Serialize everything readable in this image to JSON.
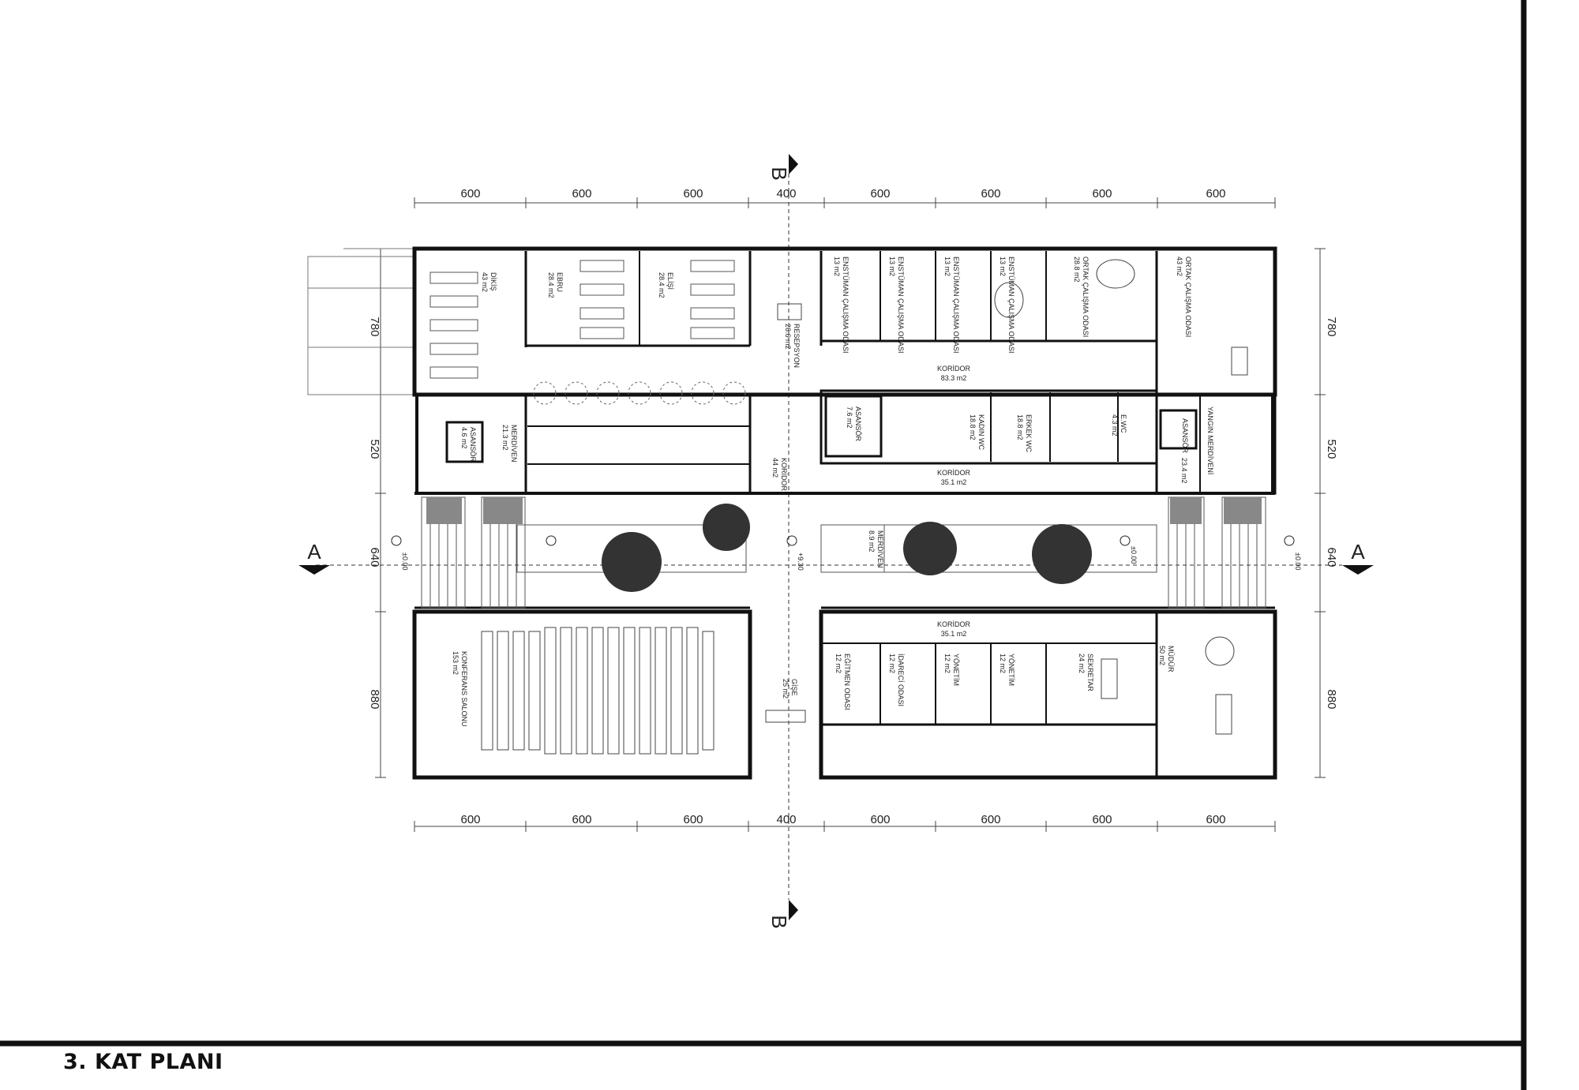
{
  "sheet": {
    "title": "3. KAT PLANI"
  },
  "dimensions": {
    "horizontal": [
      "600",
      "600",
      "600",
      "400",
      "600",
      "600",
      "600",
      "600"
    ],
    "vertical": [
      "780",
      "520",
      "640",
      "880"
    ]
  },
  "section_markers": {
    "horizontal": "A",
    "vertical": "B"
  },
  "levels": {
    "left": "±0.00",
    "center": "+9.30",
    "right_1": "±0.00",
    "right_2": "±0.00"
  },
  "rooms": {
    "dikis": {
      "name": "DİKİŞ",
      "area": "43 m2"
    },
    "ebru": {
      "name": "EBRU",
      "area": "28.4 m2"
    },
    "elisi": {
      "name": "ELİŞİ",
      "area": "28.4 m2"
    },
    "resepsiyon": {
      "name": "RESEPSYON",
      "area": "26.6 m2"
    },
    "enst1": {
      "name": "ENSTÜMAN ÇALIŞMA ODASI",
      "area": "13 m2"
    },
    "enst2": {
      "name": "ENSTÜMAN ÇALIŞMA ODASI",
      "area": "13 m2"
    },
    "enst3": {
      "name": "ENSTÜMAN ÇALIŞMA ODASI",
      "area": "13 m2"
    },
    "enst4": {
      "name": "ENSTÜMAN ÇALIŞMA ODASI",
      "area": "13 m2"
    },
    "ortak1": {
      "name": "ORTAK ÇALIŞMA ODASI",
      "area": "28.8 m2"
    },
    "ortak2": {
      "name": "ORTAK ÇALIŞMA ODASI",
      "area": "43 m2"
    },
    "koridor_top": {
      "name": "KORİDOR",
      "area": "83.3 m2"
    },
    "merdiven_left": {
      "name": "MERDİVEN",
      "area": "21.3 m2"
    },
    "asansor_left": {
      "name": "ASANSÖR",
      "area": "4.6 m2"
    },
    "koridor_center": {
      "name": "KORİDOR",
      "area": "44 m2"
    },
    "asansor_mid": {
      "name": "ASANSÖR",
      "area": "7.6 m2"
    },
    "kadin_wc": {
      "name": "KADIN WC",
      "area": "18.8 m2"
    },
    "erkek_wc": {
      "name": "ERKEK WC",
      "area": "18.8 m2"
    },
    "engelli_wc": {
      "name": "E.WC",
      "area": "4.3 m2"
    },
    "asansor_right": {
      "name": "ASANSÖR",
      "area": ""
    },
    "yangin": {
      "name": "YANGIN MERDİVENİ",
      "area": "23.4 m2"
    },
    "koridor_mid": {
      "name": "KORİDOR",
      "area": "35.1 m2"
    },
    "merdiven_mid": {
      "name": "MERDİVEN",
      "area": "8.9 m2"
    },
    "koridor_bottom": {
      "name": "KORİDOR",
      "area": "35.1 m2"
    },
    "konferans": {
      "name": "KONFERANS SALONU",
      "area": "153 m2"
    },
    "gise": {
      "name": "GİŞE",
      "area": "25 m2"
    },
    "egitmen": {
      "name": "EĞİTMEN ODASI",
      "area": "12 m2"
    },
    "idareci": {
      "name": "İDARECİ ODASI",
      "area": "12 m2"
    },
    "yonetim1": {
      "name": "YÖNETİM",
      "area": "12 m2"
    },
    "yonetim2": {
      "name": "YÖNETİM",
      "area": "12 m2"
    },
    "sekreter": {
      "name": "SEKRETAR",
      "area": "24 m2"
    },
    "mudur": {
      "name": "MÜDÜR",
      "area": "50 m2"
    }
  }
}
